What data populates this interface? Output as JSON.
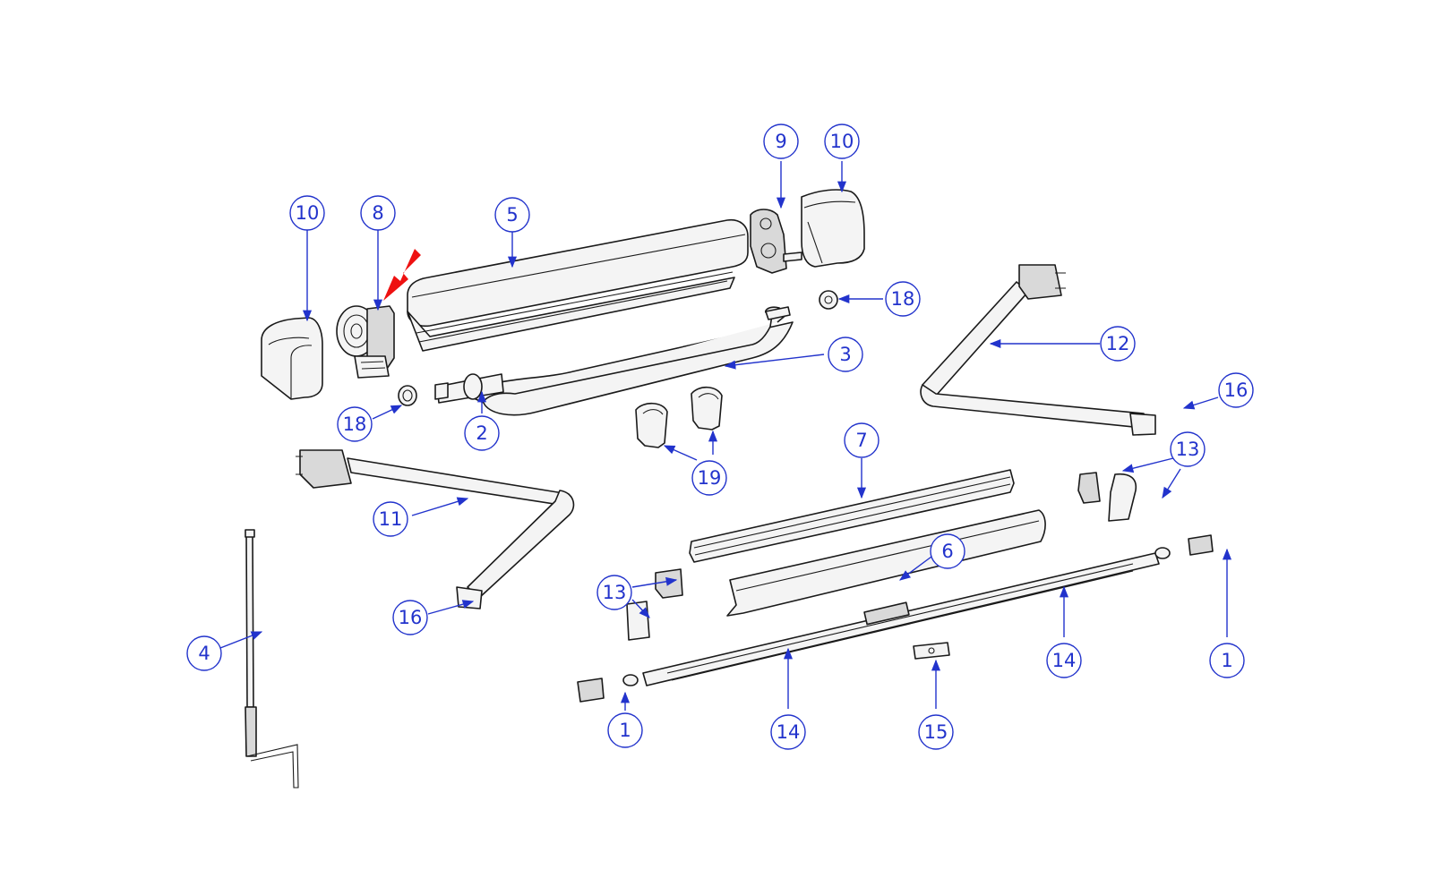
{
  "colors": {
    "callout": "#2233cc",
    "highlight_arrow": "#ee1111",
    "line_art": "#1a1a1a"
  },
  "parts": [
    {
      "id": "part-1-left",
      "label": "1"
    },
    {
      "id": "part-1-right",
      "label": "1"
    },
    {
      "id": "part-2",
      "label": "2"
    },
    {
      "id": "part-3",
      "label": "3"
    },
    {
      "id": "part-4",
      "label": "4"
    },
    {
      "id": "part-5",
      "label": "5"
    },
    {
      "id": "part-6",
      "label": "6"
    },
    {
      "id": "part-7",
      "label": "7"
    },
    {
      "id": "part-8",
      "label": "8"
    },
    {
      "id": "part-9",
      "label": "9"
    },
    {
      "id": "part-10-left",
      "label": "10"
    },
    {
      "id": "part-10-right",
      "label": "10"
    },
    {
      "id": "part-11",
      "label": "11"
    },
    {
      "id": "part-12",
      "label": "12"
    },
    {
      "id": "part-13-left",
      "label": "13"
    },
    {
      "id": "part-13-right",
      "label": "13"
    },
    {
      "id": "part-14-left",
      "label": "14"
    },
    {
      "id": "part-14-right",
      "label": "14"
    },
    {
      "id": "part-15",
      "label": "15"
    },
    {
      "id": "part-16-left",
      "label": "16"
    },
    {
      "id": "part-16-right",
      "label": "16"
    },
    {
      "id": "part-18-left",
      "label": "18"
    },
    {
      "id": "part-18-right",
      "label": "18"
    },
    {
      "id": "part-19",
      "label": "19"
    }
  ],
  "highlighted_part": "8"
}
